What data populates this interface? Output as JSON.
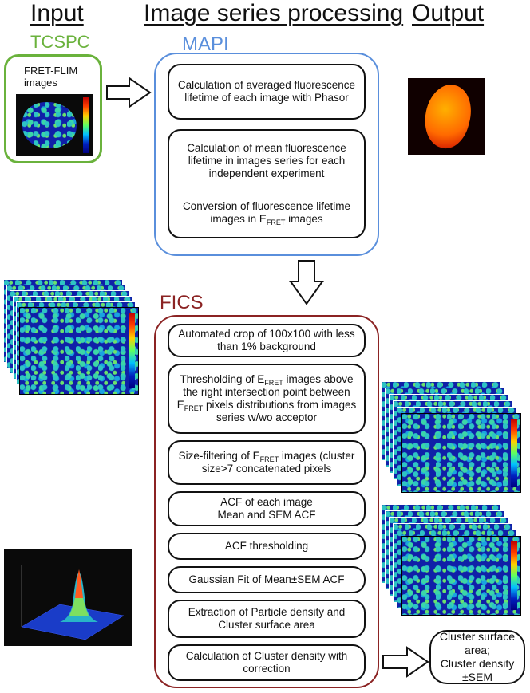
{
  "headers": {
    "input": "Input",
    "processing": "Image series processing",
    "output": "Output"
  },
  "tcspc": {
    "title": "TCSPC",
    "caption": "FRET-FLIM images"
  },
  "mapi": {
    "title": "MAPI",
    "steps": [
      "Calculation of averaged fluorescence lifetime of each image with Phasor",
      "Calculation of mean fluorescence lifetime in images series for each independent experiment",
      "Conversion of fluorescence lifetime images in E",
      "FRET",
      "images"
    ]
  },
  "fics": {
    "title": "FICS",
    "steps": [
      "Automated crop of 100x100 with less than 1% background",
      "Thresholding of E",
      "FRET",
      "images above the right intersection point between E",
      "FRET",
      "pixels distributions from images series w/wo acceptor",
      "Size-filtering of E",
      "FRET",
      "images (cluster size>7 concatenated pixels",
      "ACF of each image",
      "Mean and SEM ACF",
      "ACF thresholding",
      "Gaussian Fit of Mean±SEM ACF",
      "Extraction of Particle density and Cluster surface area",
      "Calculation of Cluster density with correction"
    ]
  },
  "output_box": {
    "line1": "Cluster surface area;",
    "line2": "Cluster density ±SEM"
  },
  "colors": {
    "tcspc": "#6ab23c",
    "mapi": "#5a8fdc",
    "fics": "#8b2323"
  },
  "icons": [
    "arrow-right-icon",
    "arrow-down-icon"
  ]
}
